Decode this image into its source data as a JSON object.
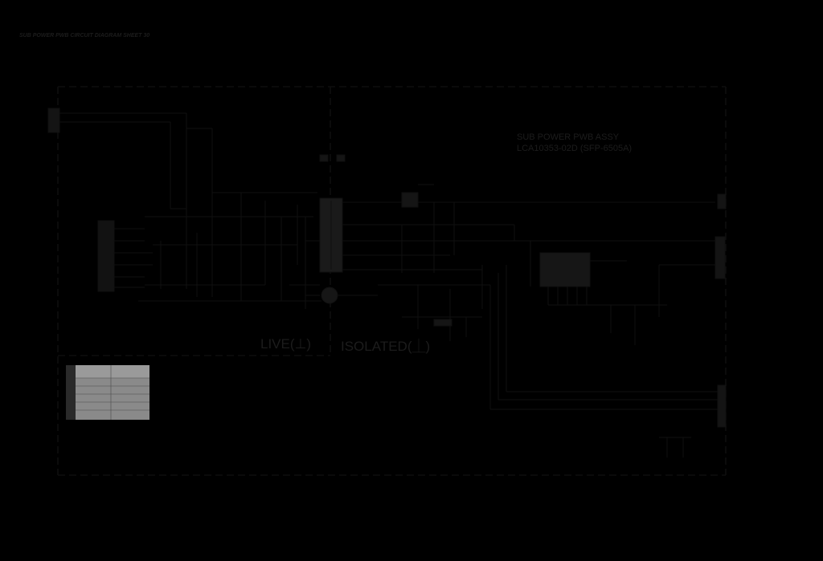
{
  "sheet_title": "SUB POWER PWB CIRCUIT DIAGRAM SHEET 30",
  "assembly": {
    "line1": "SUB POWER PWB ASSY",
    "line2": "LCA10353-02D (SFP-6505A)"
  },
  "zones": {
    "live": "LIVE(⊥)",
    "isolated": "ISOLATED(⏊)"
  },
  "colors": {
    "background": "#000000",
    "line": "#101010",
    "text": "#1c1c1c",
    "box_fill": "#1a1a1a",
    "table_fill": "#8a8a8a"
  }
}
